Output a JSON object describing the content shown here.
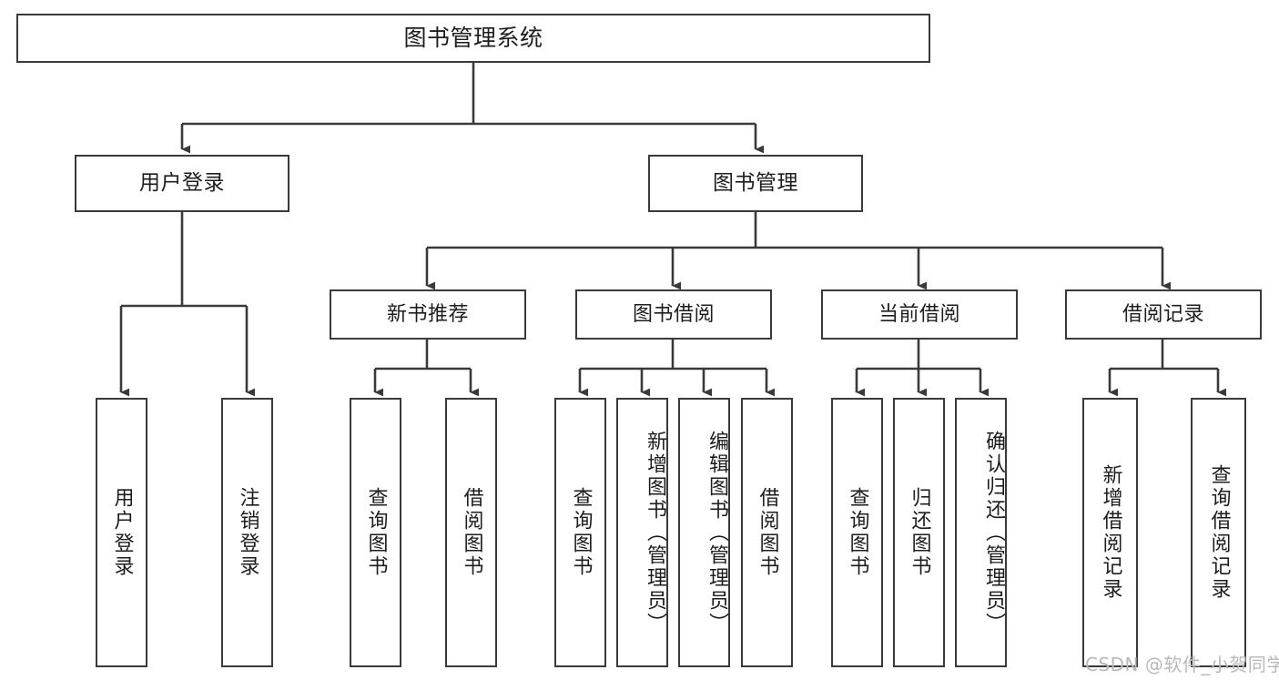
{
  "diagram": {
    "type": "tree",
    "title": "图书管理系统",
    "watermark": "CSDN @软件_小贺同学",
    "colors": {
      "stroke": "#3a3a3a",
      "fill": "#ffffff",
      "text": "#1d1d1d",
      "watermark": "#b9b9b9"
    },
    "nodes": {
      "root": {
        "label": "图书管理系统"
      },
      "level2": [
        {
          "label": "用户登录"
        },
        {
          "label": "图书管理"
        }
      ],
      "level3": [
        {
          "label": "新书推荐"
        },
        {
          "label": "图书借阅"
        },
        {
          "label": "当前借阅"
        },
        {
          "label": "借阅记录"
        }
      ],
      "leaves": [
        {
          "label": "用户登录",
          "parent": "用户登录"
        },
        {
          "label": "注销登录",
          "parent": "用户登录"
        },
        {
          "label": "查询图书",
          "parent": "新书推荐"
        },
        {
          "label": "借阅图书",
          "parent": "新书推荐"
        },
        {
          "label": "查询图书",
          "parent": "图书借阅"
        },
        {
          "label": "新增图书（管理员）",
          "parent": "图书借阅"
        },
        {
          "label": "编辑图书（管理员）",
          "parent": "图书借阅"
        },
        {
          "label": "借阅图书",
          "parent": "图书借阅"
        },
        {
          "label": "查询图书",
          "parent": "当前借阅"
        },
        {
          "label": "归还图书",
          "parent": "当前借阅"
        },
        {
          "label": "确认归还（管理员）",
          "parent": "当前借阅"
        },
        {
          "label": "新增借阅记录",
          "parent": "借阅记录"
        },
        {
          "label": "查询借阅记录",
          "parent": "借阅记录"
        }
      ]
    }
  }
}
